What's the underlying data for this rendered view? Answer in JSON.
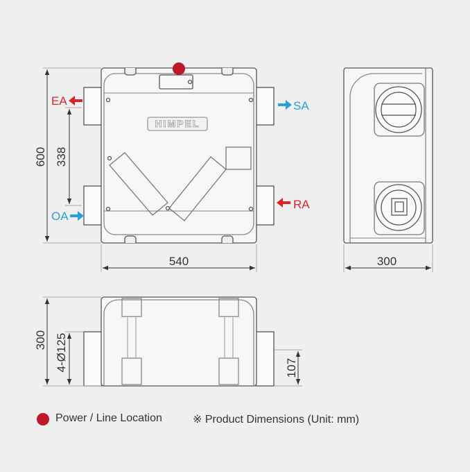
{
  "dimensions": {
    "front_height": "600",
    "port_spacing": "338",
    "front_width": "540",
    "side_width": "300",
    "bottom_height": "300",
    "duct_diameter": "4-Ø125",
    "duct_offset": "107"
  },
  "ports": [
    {
      "label": "EA",
      "color": "#d7262b"
    },
    {
      "label": "SA",
      "color": "#2aa0d8"
    },
    {
      "label": "OA",
      "color": "#2aa0d8"
    },
    {
      "label": "RA",
      "color": "#d7262b"
    }
  ],
  "logo_text": "HIMPEL",
  "legend": {
    "power_label": "Power / Line Location",
    "power_color": "#c0182b",
    "note": "※ Product Dimensions (Unit: mm)"
  }
}
